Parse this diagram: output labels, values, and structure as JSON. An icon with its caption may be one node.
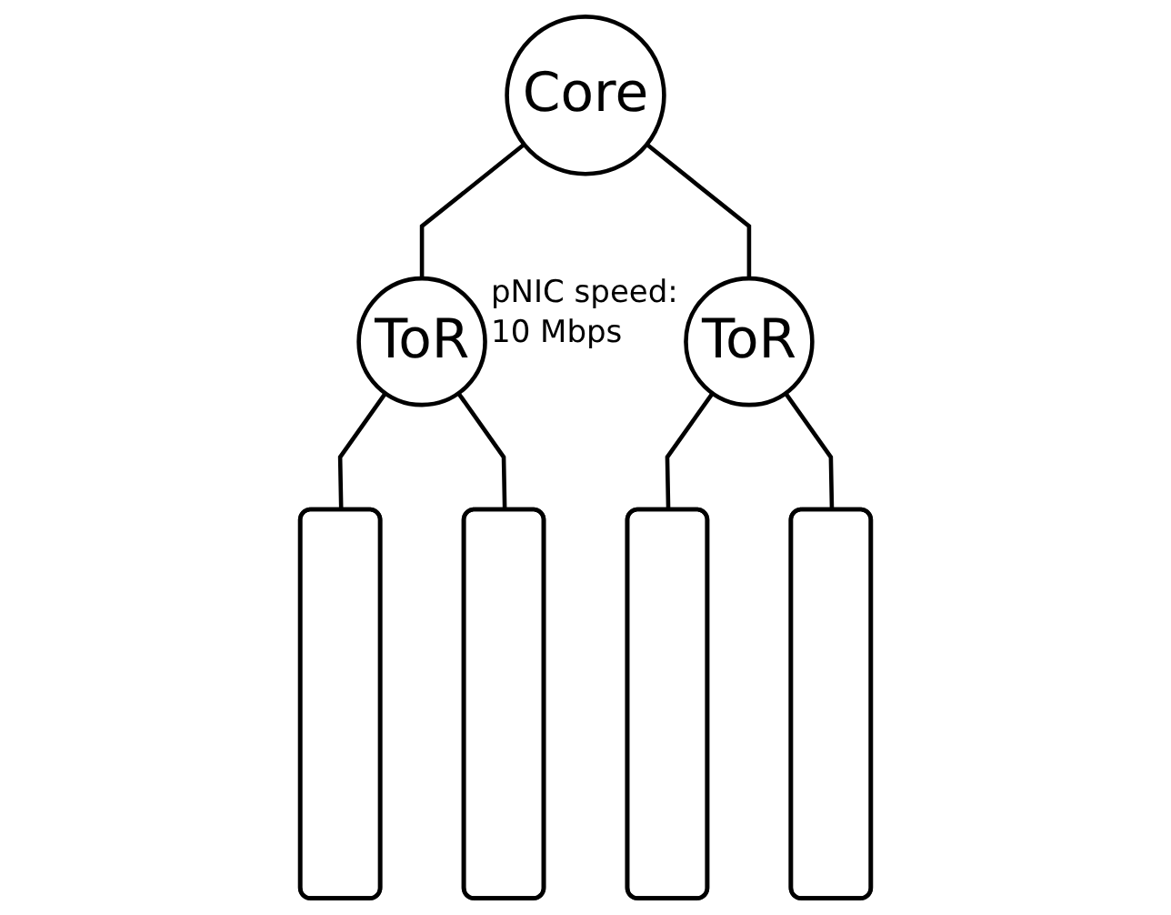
{
  "diagram": {
    "nodes": [
      {
        "text": [
          "Core"
        ]
      },
      {
        "text": [
          "ToR"
        ]
      },
      {
        "text": [
          "ToR"
        ]
      },
      {
        "text": [],
        "shape": "box"
      },
      {
        "text": [],
        "shape": "box"
      },
      {
        "text": [],
        "shape": "box"
      },
      {
        "text": [],
        "shape": "box"
      }
    ],
    "edges": [
      {
        "from": 0,
        "to": 1,
        "arrow": "none"
      },
      {
        "from": 0,
        "to": 2,
        "arrow": "none"
      },
      {
        "from": 1,
        "to": 3,
        "arrow": "none"
      },
      {
        "from": 1,
        "to": 4,
        "arrow": "none"
      },
      {
        "from": 2,
        "to": 5,
        "arrow": "none"
      },
      {
        "from": 2,
        "to": 6,
        "arrow": "none"
      }
    ],
    "labels": [
      "pNIC speed: 10 Mbps"
    ]
  }
}
